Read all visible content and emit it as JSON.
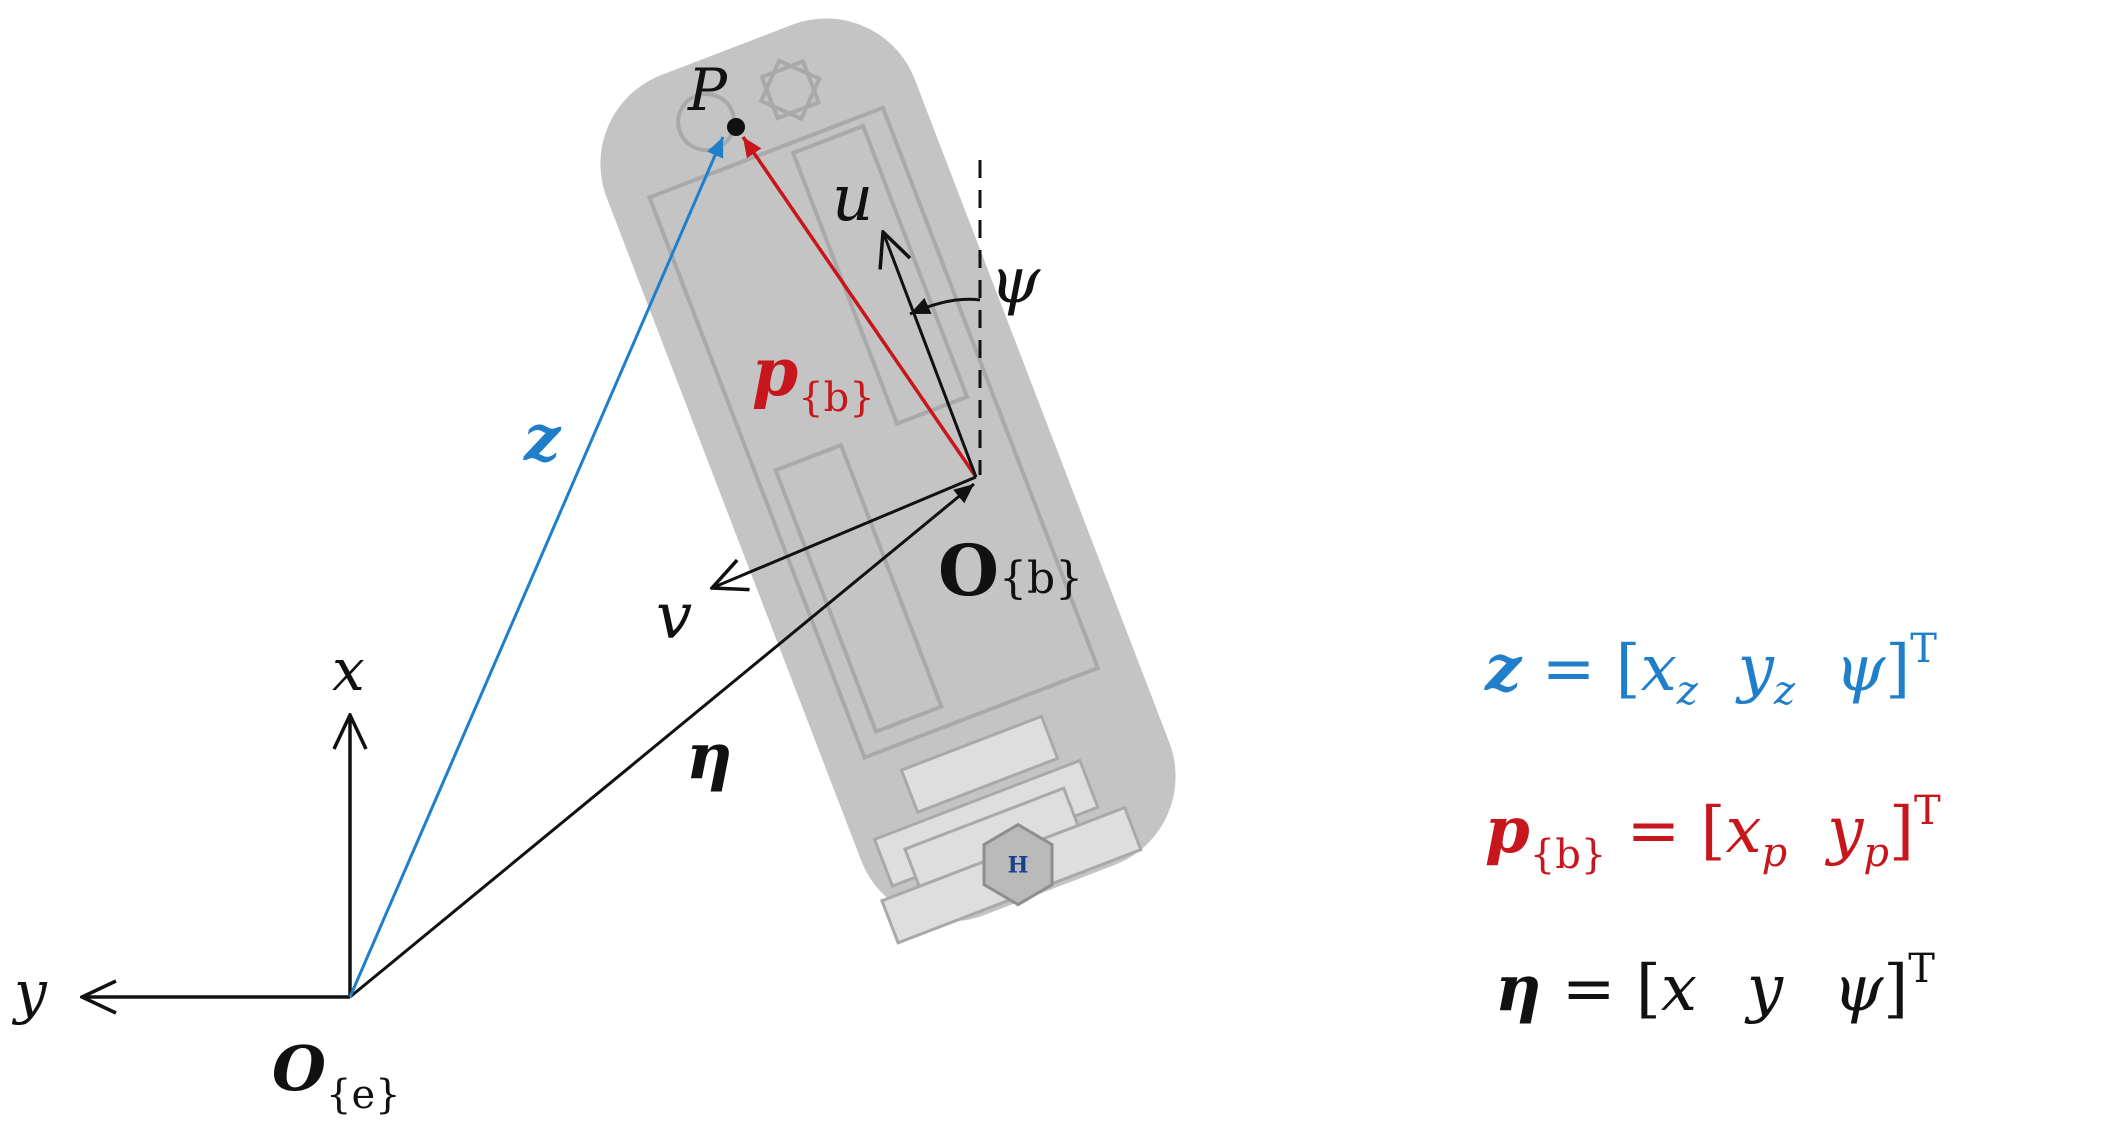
{
  "colors": {
    "blue": "#1f7fcb",
    "red": "#c8161d",
    "black": "#111111",
    "body_fill": "#c4c4c4",
    "body_detail": "#a9a9a9",
    "light_panel": "#dedede",
    "badge_text": "#1a3f8c"
  },
  "labels": {
    "point": "P",
    "u_axis": "u",
    "v_axis": "v",
    "psi_angle": "ψ",
    "p_vec_main": "p",
    "p_vec_sub": "{b}",
    "z_vec": "z",
    "eta_vec": "η",
    "x_axis": "x",
    "y_axis": "y",
    "ob_main": "O",
    "ob_sub": "{b}",
    "oe_main": "O",
    "oe_sub": "{e}",
    "badge": "H"
  },
  "equations": {
    "z": {
      "lhs": "z",
      "eq": " = [",
      "a": "x",
      "a_sub": "z",
      "b": "y",
      "b_sub": "z",
      "c": "ψ",
      "close": "]",
      "sup": "T"
    },
    "p": {
      "lhs": "p",
      "lhs_sub": "{b}",
      "eq": " = [",
      "a": "x",
      "a_sub": "p",
      "b": "y",
      "b_sub": "p",
      "close": "]",
      "sup": "T"
    },
    "eta": {
      "lhs": "η",
      "eq": " = [",
      "a": "x",
      "b": "y",
      "c": "ψ",
      "close": "]",
      "sup": "T"
    }
  }
}
